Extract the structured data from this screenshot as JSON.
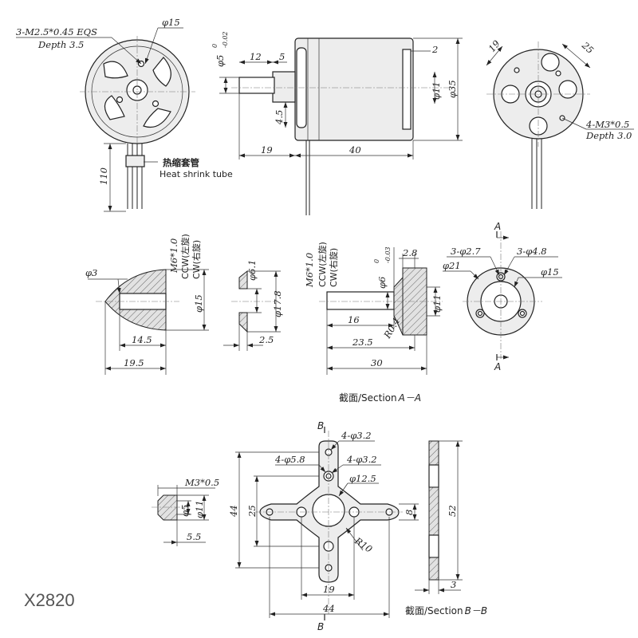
{
  "model": "X2820",
  "motor_front": {
    "thread_note": "3-M2.5*0.45 EQS",
    "depth_note": "Depth 3.5",
    "hole_dia": "φ15",
    "lead_length": "110",
    "sleeve_cn": "热缩套管",
    "sleeve_en": "Heat shrink tube"
  },
  "motor_side": {
    "shaft_dia": "φ5",
    "shaft_tol_upper": "0",
    "shaft_tol_lower": "-0.02",
    "d12": "12",
    "d5": "5",
    "d4_5": "4.5",
    "d19": "19",
    "d40": "40",
    "d2": "2",
    "dia11": "φ11",
    "dia35": "φ35"
  },
  "motor_rear": {
    "d19": "19",
    "d25": "25",
    "thread_note": "4-M3*0.5",
    "depth_note": "Depth 3.0"
  },
  "spinner": {
    "dia3": "φ3",
    "thread": "M6*1.0",
    "ccw": "CCW(左旋)",
    "cw": "CW(右旋)",
    "dia15": "φ15",
    "d14_5": "14.5",
    "d19_5": "19.5"
  },
  "washer": {
    "dia6_1": "φ6.1",
    "dia17_8": "φ17.8",
    "d2_5": "2.5"
  },
  "adapter": {
    "thread": "M6*1.0",
    "ccw": "CCW(左旋)",
    "cw": "CW(右旋)",
    "shaft_dia": "φ6",
    "tol_upper": "0",
    "tol_lower": "-0.03",
    "d2_8": "2.8",
    "dia11": "φ11",
    "d16": "16",
    "r0_4": "R0.4",
    "d23_5": "23.5",
    "d30": "30"
  },
  "adapter_end": {
    "section_mark": "A",
    "holes_small": "3-φ2.7",
    "holes_large": "3-φ4.8",
    "dia21": "φ21",
    "dia15": "φ15"
  },
  "section_aa": {
    "cn": "截面/Section",
    "letters": "A－A"
  },
  "setscrew": {
    "thread": "M3*0.5",
    "dia5": "φ5",
    "dia11": "φ11",
    "d5_5": "5.5"
  },
  "mount": {
    "section_mark": "B",
    "holes_top": "4-φ3.2",
    "holes_5_8": "4-φ5.8",
    "holes_mid": "4-φ3.2",
    "dia12_5": "φ12.5",
    "d44_v": "44",
    "d25": "25",
    "d8": "8",
    "r10": "R10",
    "d19": "19",
    "d44_h": "44",
    "d52": "52",
    "d3": "3"
  },
  "section_bb": {
    "cn": "截面/Section",
    "letters": "B－B"
  }
}
